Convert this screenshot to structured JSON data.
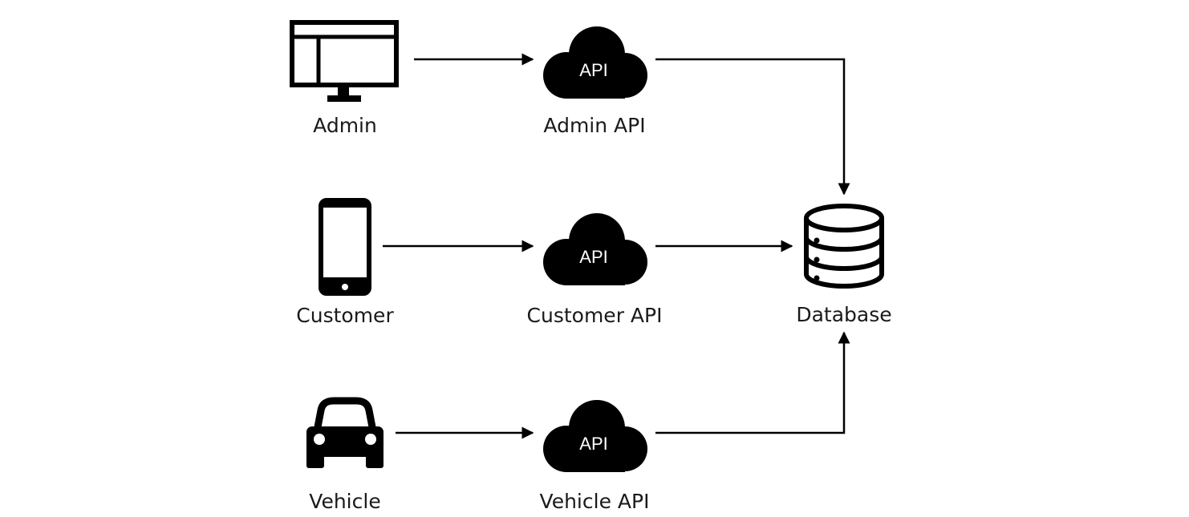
{
  "nodes": {
    "admin": {
      "label": "Admin",
      "icon": "monitor-icon"
    },
    "customer": {
      "label": "Customer",
      "icon": "smartphone-icon"
    },
    "vehicle": {
      "label": "Vehicle",
      "icon": "car-icon"
    },
    "admin_api": {
      "label": "Admin API",
      "icon": "cloud-icon",
      "badge": "API"
    },
    "customer_api": {
      "label": "Customer API",
      "icon": "cloud-icon",
      "badge": "API"
    },
    "vehicle_api": {
      "label": "Vehicle API",
      "icon": "cloud-icon",
      "badge": "API"
    },
    "database": {
      "label": "Database",
      "icon": "database-icon"
    }
  },
  "edges": [
    {
      "from": "Admin",
      "to": "Admin API"
    },
    {
      "from": "Customer",
      "to": "Customer API"
    },
    {
      "from": "Vehicle",
      "to": "Vehicle API"
    },
    {
      "from": "Admin API",
      "to": "Database"
    },
    {
      "from": "Customer API",
      "to": "Database"
    },
    {
      "from": "Vehicle API",
      "to": "Database"
    }
  ],
  "colors": {
    "ink": "#000000",
    "label": "#1a1a1a",
    "background": "#ffffff"
  }
}
